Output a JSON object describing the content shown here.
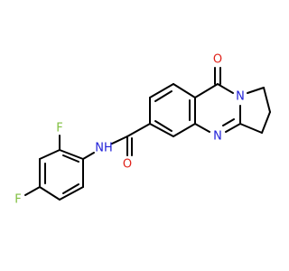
{
  "colors": {
    "background": "#ffffff",
    "bond": "#000000",
    "fluorine": "#7fbf3f",
    "nitrogen": "#1f1fd8",
    "oxygen": "#e0231b",
    "carbon": "#000000"
  },
  "atoms": {
    "f_top": "F",
    "f_bottom": "F",
    "nh": "NH",
    "o_amide": "O",
    "o_ketone": "O",
    "n_ring_imine": "N",
    "n_ring_bridge": "N"
  }
}
